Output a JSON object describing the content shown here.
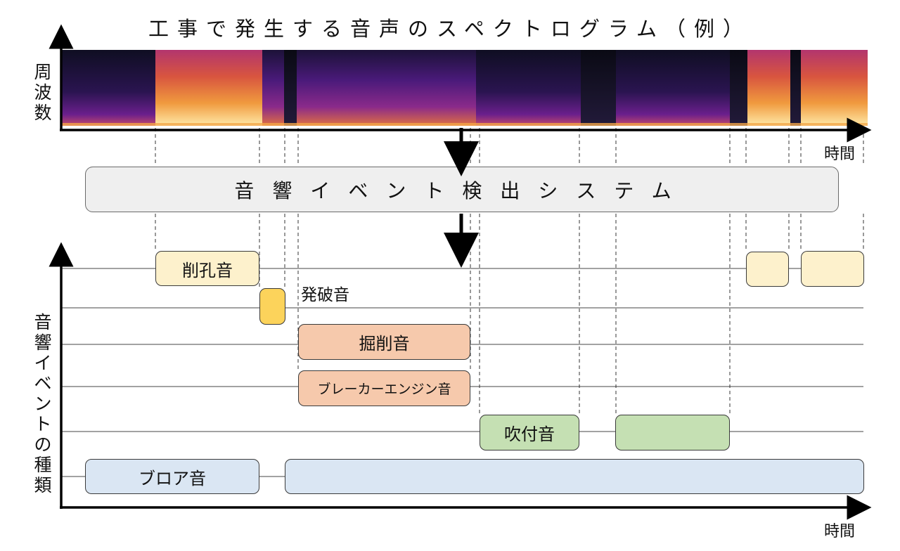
{
  "title": "工事で発生する音声のスペクトログラム（例）",
  "spectrogram": {
    "y_label": "周波数",
    "x_label": "時間",
    "colors": {
      "dark": "#12102a",
      "mid": "#5a1a8a",
      "hot": "#e0663a",
      "bright": "#ffd98a"
    }
  },
  "system": {
    "label": "音響イベント検出システム"
  },
  "events_chart": {
    "y_label": "音響イベントの種類",
    "x_label": "時間",
    "events": {
      "drilling": "削孔音",
      "blasting": "発破音",
      "excavation": "掘削音",
      "breaker_engine": "ブレーカーエンジン音",
      "spraying": "吹付音",
      "blower": "ブロア音"
    },
    "colors": {
      "drilling": "#fdf1cc",
      "blasting": "#fcd35b",
      "excavation": "#f6c9ac",
      "breaker_engine": "#f6c9ac",
      "spraying": "#c5e0b3",
      "blower": "#dae6f3"
    }
  }
}
